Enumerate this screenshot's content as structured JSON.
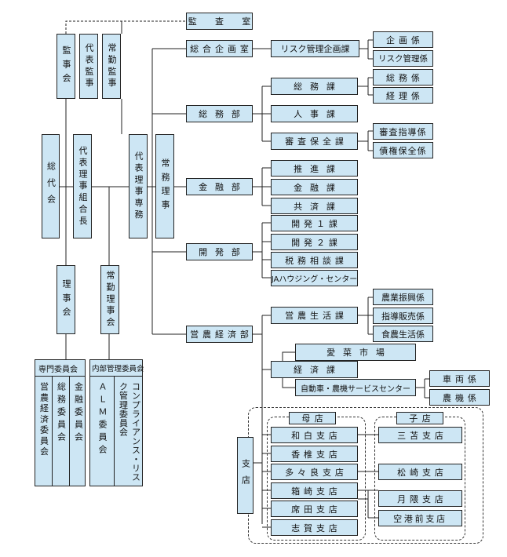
{
  "chart": {
    "top": {
      "kansa": "監 査 室"
    },
    "left": {
      "kanji_kai": "監事会",
      "daihyo_kanji": "代表監事",
      "jokin_kanji": "常勤監事",
      "sodaikai": "総代会",
      "daihyo_rijikumiaicho": "代表理事組合長",
      "daihyo_riji_senmu": "代表理事専務",
      "jomu_riji": "常務理事",
      "rijikai": "理事会",
      "jokin_rijikai": "常勤理事会"
    },
    "committees": {
      "senmon": {
        "title": "専門委員会",
        "cols": [
          "営農経済委員会",
          "総務委員会",
          "金融委員会"
        ]
      },
      "naibu": {
        "title": "内部管理委員会",
        "cols": [
          "ＡＬＭ委員会",
          "コンプライアンス・リスク管理委員会"
        ]
      }
    },
    "departments": {
      "sogo_kikaku": "総合企画室",
      "somu": "総務部",
      "kinyu": "金融部",
      "kaihatsu": "開発部",
      "einokeizai": "営農経済部"
    },
    "sections": {
      "risk_kikaku": "リスク管理企画課",
      "somu_ka": "総務課",
      "jinji": "人事課",
      "shinsa_hozen": "審査保全課",
      "suishin": "推進課",
      "kinyu_ka": "金融課",
      "kyosai": "共済課",
      "kaihatsu1": "開発１課",
      "kaihatsu2": "開発２課",
      "zeimu": "税務相談課",
      "housing": "JAハウジング・センター",
      "eino_seikatsu": "営農生活課",
      "keizai": "経済課",
      "aisai": "愛菜市場",
      "jidosha": "自動車・農機サービスセンター"
    },
    "units": {
      "kikaku": "企画係",
      "risk": "リスク管理係",
      "somu_kakari": "総務係",
      "keiri": "経理係",
      "shinsa_shido": "審査指導係",
      "saiken": "債権保全係",
      "nogyo_shinko": "農業振興係",
      "shido_hanbai": "指導販売係",
      "shoku_no": "食農生活係",
      "sharyo": "車両係",
      "noki": "農機係"
    },
    "branches": {
      "label": "支店",
      "parent_title": "母店",
      "child_title": "子店",
      "parents": [
        "和白支店",
        "香椎支店",
        "多々良支店",
        "箱崎支店",
        "席田支店",
        "志賀支店"
      ],
      "children": [
        "三苫支店",
        "松崎支店",
        "月隈支店",
        "空港前支店"
      ]
    }
  }
}
